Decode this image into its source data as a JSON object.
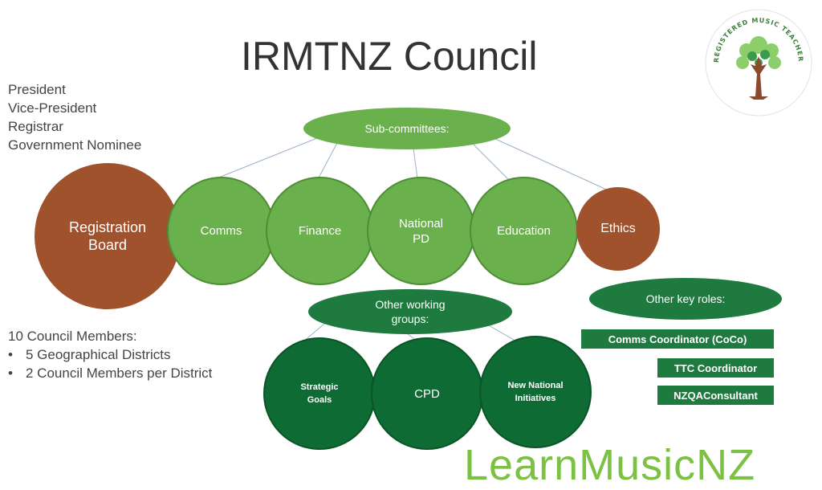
{
  "title": "IRMTNZ Council",
  "officers": [
    "President",
    "Vice-President",
    "Registrar",
    "Government Nominee"
  ],
  "members": {
    "heading": "10 Council Members:",
    "bullets": [
      "5 Geographical Districts",
      "2 Council Members per District"
    ]
  },
  "registration_board": "Registration Board",
  "subcommittees": {
    "label": "Sub-committees:",
    "items": [
      "Comms",
      "Finance",
      "National PD",
      "Education",
      "Ethics"
    ]
  },
  "working_groups": {
    "label": "Other working groups:",
    "items": [
      "Strategic Goals",
      "CPD",
      "New National Initiatives"
    ]
  },
  "key_roles": {
    "label": "Other key roles:",
    "items": [
      "Comms Coordinator (CoCo)",
      "TTC Coordinator",
      "NZQAConsultant"
    ]
  },
  "logo_text": "REGISTERED MUSIC TEACHERS NZ",
  "brand": "LearnMusicNZ",
  "colors": {
    "brown": "#a0522d",
    "light_green": "#6ab04c",
    "dark_green": "#0f6b34",
    "brand_green": "#7cc242"
  }
}
